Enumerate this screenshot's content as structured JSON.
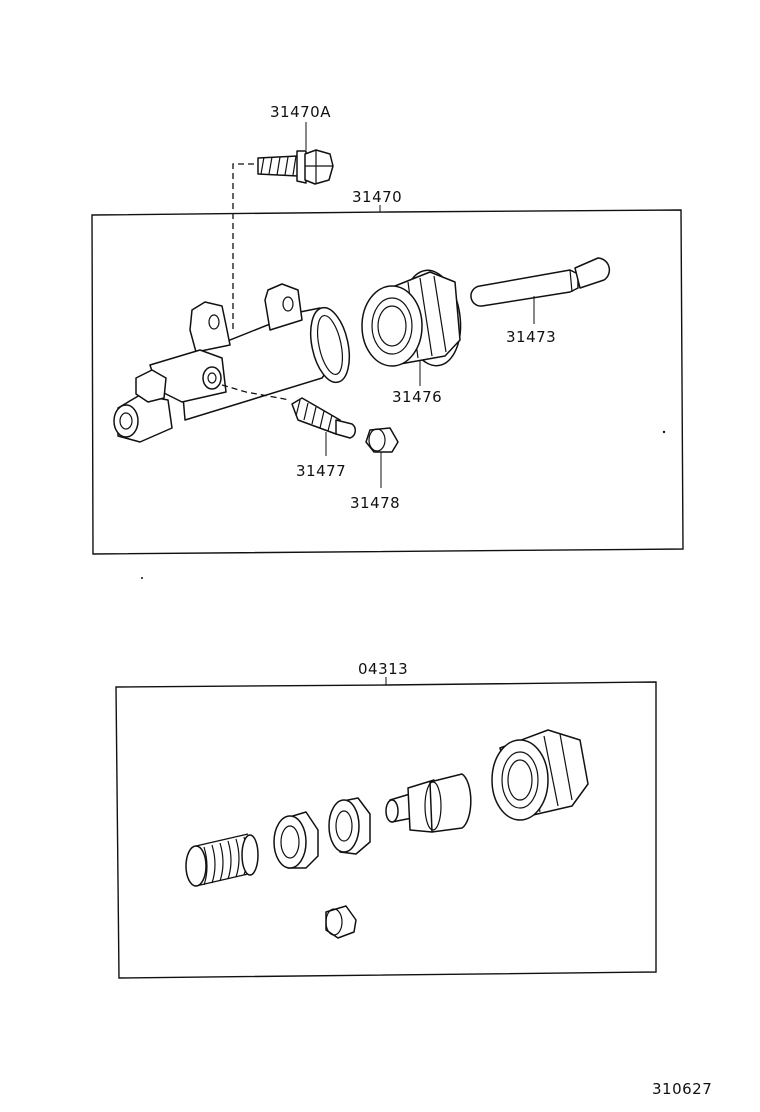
{
  "labels": {
    "bolt": "31470A",
    "assembly": "31470",
    "push_rod": "31473",
    "boot": "31476",
    "bleeder_plug": "31477",
    "cap": "31478",
    "kit": "04313",
    "diagram_code": "310627"
  }
}
